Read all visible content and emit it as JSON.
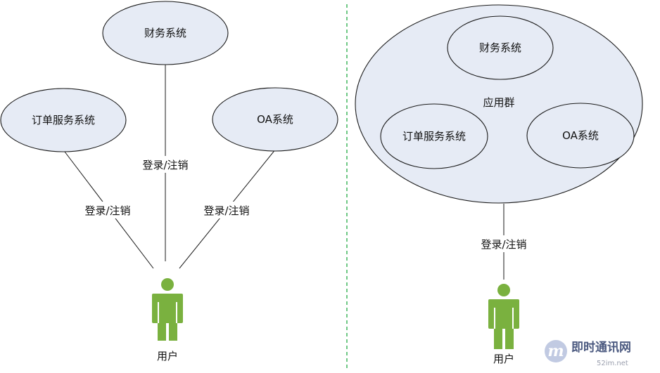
{
  "left": {
    "nodes": {
      "finance": "财务系统",
      "order": "订单服务系统",
      "oa": "OA系统"
    },
    "edge_labels": {
      "finance": "登录/注销",
      "order": "登录/注销",
      "oa": "登录/注销"
    },
    "user_label": "用户"
  },
  "right": {
    "group_label": "应用群",
    "nodes": {
      "finance": "财务系统",
      "order": "订单服务系统",
      "oa": "OA系统"
    },
    "edge_label": "登录/注销",
    "user_label": "用户"
  },
  "watermark": {
    "logo_letter": "m",
    "site_name": "即时通讯网",
    "site_url": "52im.net"
  },
  "colors": {
    "ellipse_fill": "#e6ebf5",
    "person_fill": "#7ab13f",
    "divider": "#22aa44"
  }
}
